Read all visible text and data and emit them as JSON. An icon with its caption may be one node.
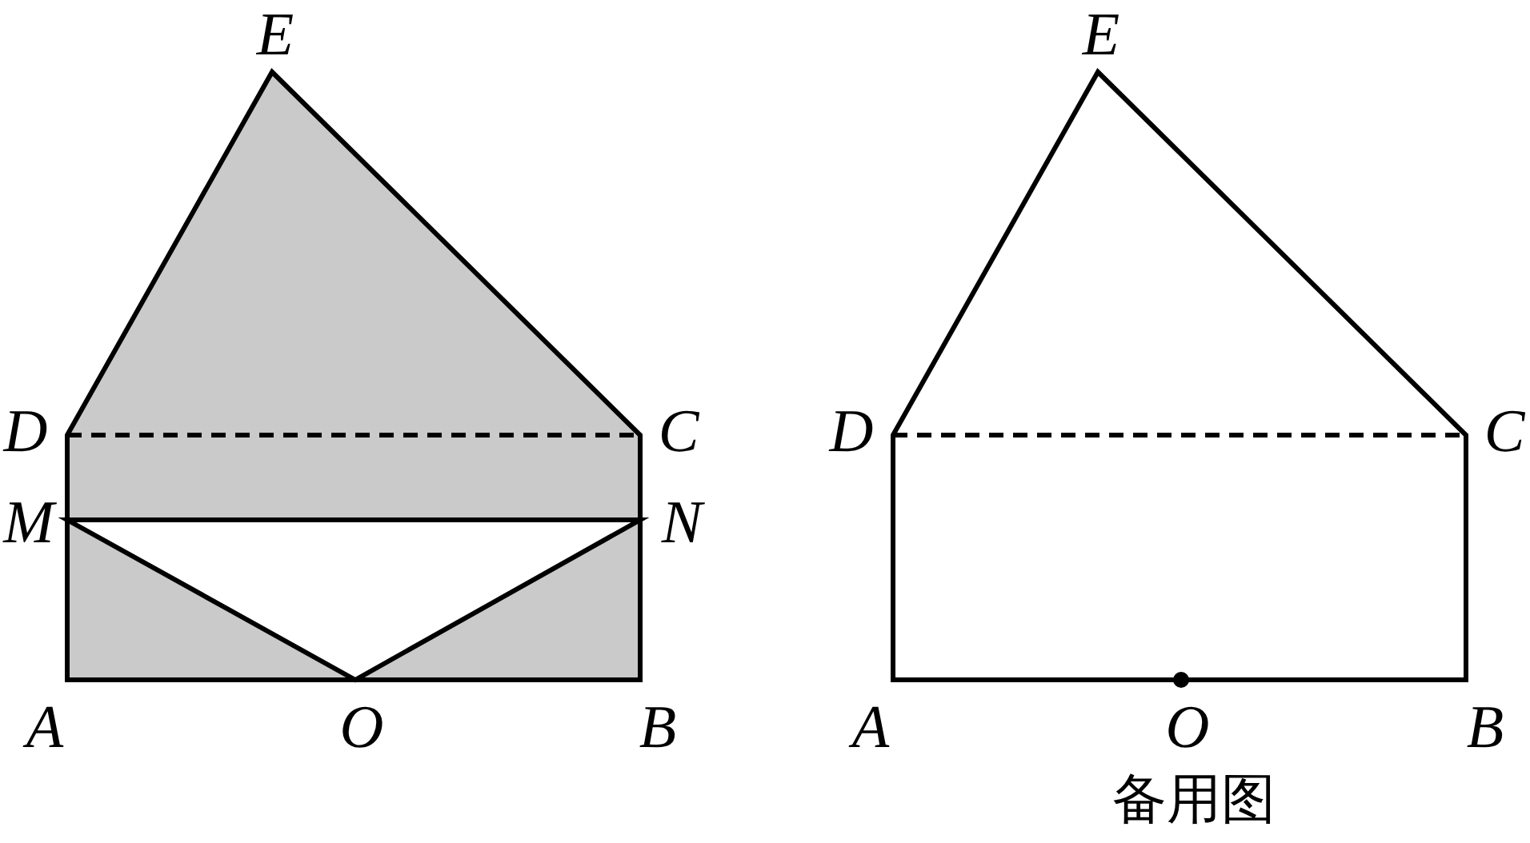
{
  "diagram": {
    "caption": "备用图",
    "labels": [
      "E",
      "D",
      "C",
      "M",
      "N",
      "A",
      "O",
      "B",
      "E",
      "D",
      "C",
      "A",
      "O",
      "B"
    ]
  }
}
